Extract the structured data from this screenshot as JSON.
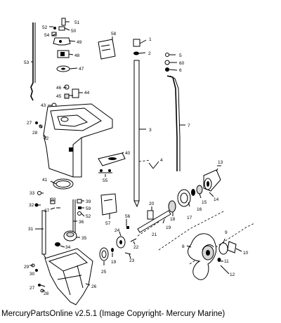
{
  "footer": "MercuryPartsOnline v2.5.1 (Image Copyright- Mercury Marine)",
  "callouts": {
    "1": "1",
    "2": "2",
    "3": "3",
    "4": "4",
    "5": "5",
    "6": "6",
    "7": "7",
    "8": "8",
    "9": "9",
    "10": "10",
    "11": "11",
    "12": "12",
    "13": "13",
    "14": "14",
    "15": "15",
    "16": "16",
    "17": "17",
    "18": "18",
    "19": "19",
    "20": "20",
    "21": "21",
    "22": "22",
    "23": "23",
    "24": "24",
    "25": "25",
    "26": "26",
    "27": "27",
    "28": "28",
    "29": "29",
    "30": "30",
    "31": "31",
    "32": "32",
    "33": "33",
    "34": "34",
    "35": "35",
    "36": "36",
    "37": "37",
    "38": "38",
    "39": "39",
    "40": "40",
    "41": "41",
    "42": "42",
    "43": "43",
    "44": "44",
    "45": "45",
    "46": "46",
    "47": "47",
    "48": "48",
    "49": "49",
    "50": "50",
    "51": "51",
    "52": "52",
    "53": "53",
    "54": "54",
    "55": "55",
    "56": "56",
    "57": "57",
    "58": "58",
    "59": "59",
    "60": "60"
  }
}
